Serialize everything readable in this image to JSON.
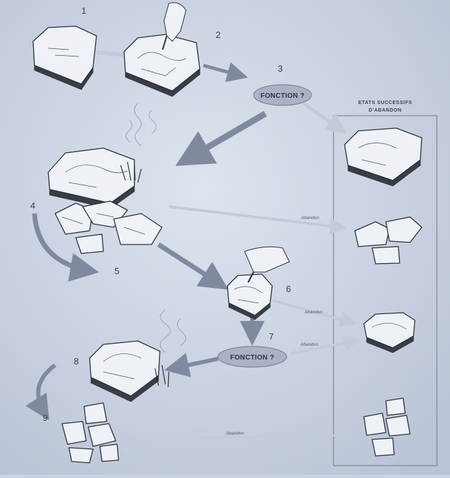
{
  "steps": {
    "s1": "1",
    "s2": "2",
    "s3": "3",
    "s4": "4",
    "s5": "5",
    "s6": "6",
    "s7": "7",
    "s8": "8",
    "s9": "9"
  },
  "function_label_top": "FONCTION ?",
  "function_label_bottom": "FONCTION ?",
  "panel_title_line1": "ETATS SUCCESSIFS",
  "panel_title_line2": "D'ABANDON",
  "abandon_labels": [
    "Abandon",
    "Abandon",
    "Abandon",
    "Abandon"
  ],
  "colors": {
    "background": "#c9d3e2",
    "stone_fill": "#eef1f6",
    "arrow_dark": "#7f8aa0",
    "arrow_light": "#c3cbd9",
    "ink": "#2b2f38"
  }
}
